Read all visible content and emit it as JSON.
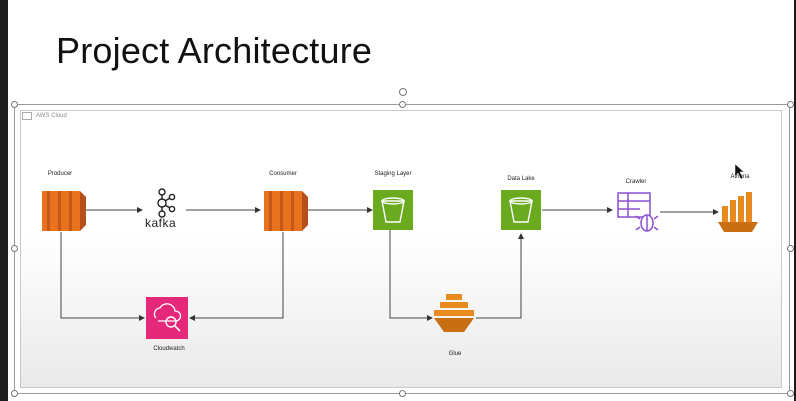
{
  "slide": {
    "title": "Project Architecture"
  },
  "diagram": {
    "group_label": "AWS Cloud",
    "nodes": {
      "producer": "Producer",
      "kafka": "kafka",
      "consumer": "Consumer",
      "staging": "Staging Layer",
      "datalake": "Data Lake",
      "crawler": "Crawler",
      "athena": "Athena",
      "cloudwatch": "Cloudwatch",
      "glue": "Glue"
    }
  },
  "colors": {
    "ec2_orange": "#e8731f",
    "s3_green": "#6aaa1e",
    "cloudwatch_pink": "#e5287a",
    "crawler_purple": "#8c4fd2",
    "glue_orange": "#e98a20"
  }
}
